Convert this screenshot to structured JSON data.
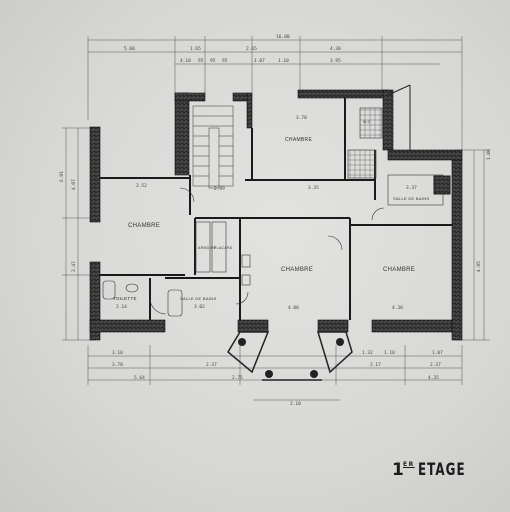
{
  "title": {
    "number": "1",
    "superscript": "ER",
    "word": "ETAGE"
  },
  "rooms": {
    "chambre_nw": "CHAMBRE",
    "chambre_top": "CHAMBRE",
    "chambre_center": "CHAMBRE",
    "chambre_east": "CHAMBRE",
    "toilette": "TOILETTE",
    "salle_de_bains_sw": "SALLE DE BAINS",
    "salle_de_bains_ne": "SALLE DE BAINS",
    "armoire": "ARMOIRE",
    "placard": "PLACARD",
    "w_c": "W.C."
  },
  "dimensions": {
    "top_total": "16.00",
    "top_a": "5.60",
    "top_b": "1.65",
    "top_c": "2.65",
    "top_d": "4.30",
    "top_e": "1.07",
    "top_f": "1.10",
    "top_g": "3.95",
    "sub_a": "4.18",
    "sub_b": "95",
    "sub_c": "95",
    "sub_d": "95",
    "r_chambre_nw": "3.52",
    "r_center_a": "2.99",
    "r_center_b": "3.35",
    "r_chambre_top": "3.70",
    "r_ne": "3.37",
    "r_toilette": "2.14",
    "r_sdb": "3.02",
    "r_chambre_center": "4.00",
    "r_chambre_east": "4.38",
    "bot_a": "3.10",
    "bot_b": "3.78",
    "bot_c": "2.37",
    "bot_d": "2.75",
    "bot_e": "1.32",
    "bot_f": "1.10",
    "bot_g": "1.07",
    "bot_h": "2.17",
    "bot_i": "2.37",
    "bot_j": "4.35",
    "bot_k": "5.64",
    "bot_bay": "2.10",
    "left_a": "6.91",
    "left_b": "4.07",
    "left_c": "3.47",
    "right_a": "4.95",
    "right_b": "1.00"
  }
}
